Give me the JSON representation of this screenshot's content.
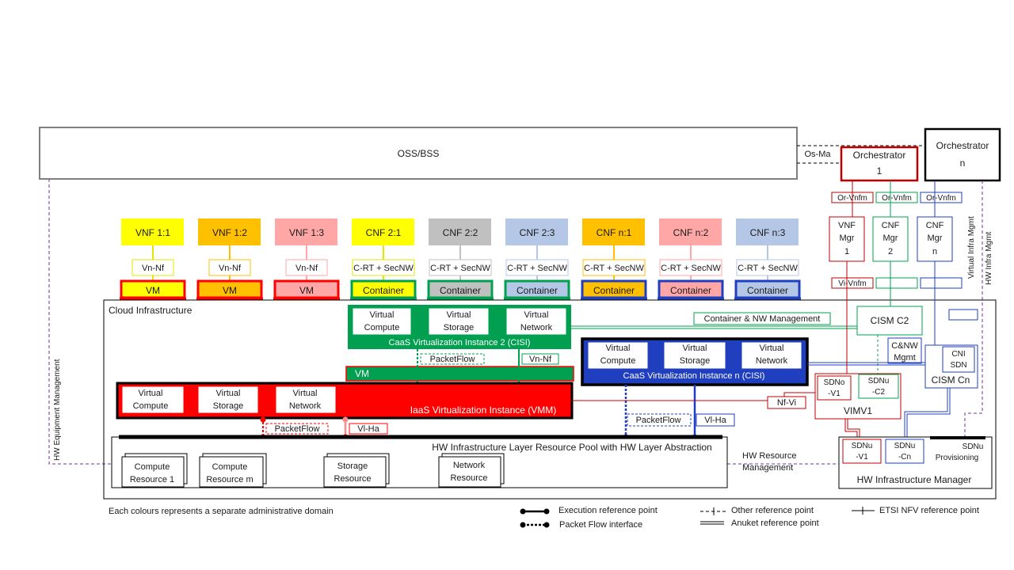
{
  "oss": "OSS/BSS",
  "os_ma": "Os-Ma",
  "orch1": [
    "Orchestrator",
    "1"
  ],
  "orchn": [
    "Orchestrator",
    "n"
  ],
  "or_vnfm": "Or-Vnfm",
  "vnf_mgr": [
    "VNF",
    "Mgr",
    "1"
  ],
  "cnf_mgr2": [
    "CNF",
    "Mgr",
    "2"
  ],
  "cnf_mgrn": [
    "CNF",
    "Mgr",
    "n"
  ],
  "vi_vnfm": "Vi-Vnfm",
  "virtual_infra_mgmt": "Virtual Infra Mgmt",
  "hw_infra_mgmt": "HW Infra Mgmt",
  "hw_equipment_mgmt": "HW Equipment Management",
  "functions": [
    {
      "label": "VNF 1:1",
      "ref": "Vn-Nf",
      "host": "VM",
      "color": "#ffff00",
      "border": "#e6e600",
      "base": "#ff0000"
    },
    {
      "label": "VNF 1:2",
      "ref": "Vn-Nf",
      "host": "VM",
      "color": "#ffc000",
      "border": "#ffc000",
      "base": "#ff0000"
    },
    {
      "label": "VNF 1:3",
      "ref": "Vn-Nf",
      "host": "VM",
      "color": "#ffa7a7",
      "border": "#ffa7a7",
      "base": "#ff0000"
    },
    {
      "label": "CNF 2:1",
      "ref": "C-RT + SecNW",
      "host": "Container",
      "color": "#ffff00",
      "border": "#e6e600",
      "base": "#00a050"
    },
    {
      "label": "CNF 2:2",
      "ref": "C-RT + SecNW",
      "host": "Container",
      "color": "#c0c0c0",
      "border": "#c0c0c0",
      "base": "#00a050"
    },
    {
      "label": "CNF 2:3",
      "ref": "C-RT + SecNW",
      "host": "Container",
      "color": "#b4c7e7",
      "border": "#b4c7e7",
      "base": "#00a050"
    },
    {
      "label": "CNF n:1",
      "ref": "C-RT + SecNW",
      "host": "Container",
      "color": "#ffc000",
      "border": "#ffc000",
      "base": "#1f3fbf"
    },
    {
      "label": "CNF n:2",
      "ref": "C-RT + SecNW",
      "host": "Container",
      "color": "#ffa7a7",
      "border": "#ffa7a7",
      "base": "#1f3fbf"
    },
    {
      "label": "CNF n:3",
      "ref": "C-RT + SecNW",
      "host": "Container",
      "color": "#b4c7e7",
      "border": "#b4c7e7",
      "base": "#1f3fbf"
    }
  ],
  "cloud_infra": "Cloud  Infrastructure",
  "virtual_res": [
    [
      "Virtual",
      "Compute"
    ],
    [
      "Virtual",
      "Storage"
    ],
    [
      "Virtual",
      "Network"
    ]
  ],
  "caas2": "CaaS Virtualization Instance 2 (CISI)",
  "caasn": "CaaS Virtualization Instance n (CISI)",
  "iaas": "IaaS Virtualization Instance (VMM)",
  "vm": "VM",
  "packetflow": "PacketFlow",
  "vn_nf": "Vn-Nf",
  "vi_ha": "Vl-Ha",
  "container_nw_mgmt": "Container & NW  Management",
  "cism_c2": "CISM C2",
  "cnw_mgmt": [
    "C&NW",
    "Mgmt"
  ],
  "cni_sdn": [
    "CNI",
    "SDN"
  ],
  "cism_cn": "CISM Cn",
  "sdno_v1": [
    "SDNo",
    "-V1"
  ],
  "sdnu_c2": [
    "SDNu",
    "-C2"
  ],
  "nf_vi": "Nf-Vi",
  "vimv1": "VIMV1",
  "hw_layer": "HW Infrastructure Layer Resource Pool with HW Layer Abstraction",
  "hw_resources": [
    [
      "Compute",
      "Resource 1"
    ],
    [
      "Compute",
      "Resource m"
    ],
    [
      "Storage",
      "Resource"
    ],
    [
      "Network",
      "Resource"
    ]
  ],
  "hw_resource_mgmt": [
    "HW Resource",
    "Management"
  ],
  "sdnu_v1": [
    "SDNu",
    "-V1"
  ],
  "sdnu_cn": [
    "SDNu",
    "-Cn"
  ],
  "sdnu_prov": [
    "SDNu",
    "Provisioning"
  ],
  "hw_infra_manager": "HW Infrastructure Manager",
  "domains_note": "Each colours represents a separate administrative domain",
  "legend": {
    "exec": "Execution reference point",
    "packet": "Packet Flow interface",
    "other": "Other reference point",
    "anuket": "Anuket reference point",
    "etsi": "ETSI NFV  reference point"
  },
  "colors": {
    "red": "#ff0000",
    "green": "#00a050",
    "blue": "#1f3fbf",
    "black": "#000000",
    "purple": "#7030a0"
  }
}
